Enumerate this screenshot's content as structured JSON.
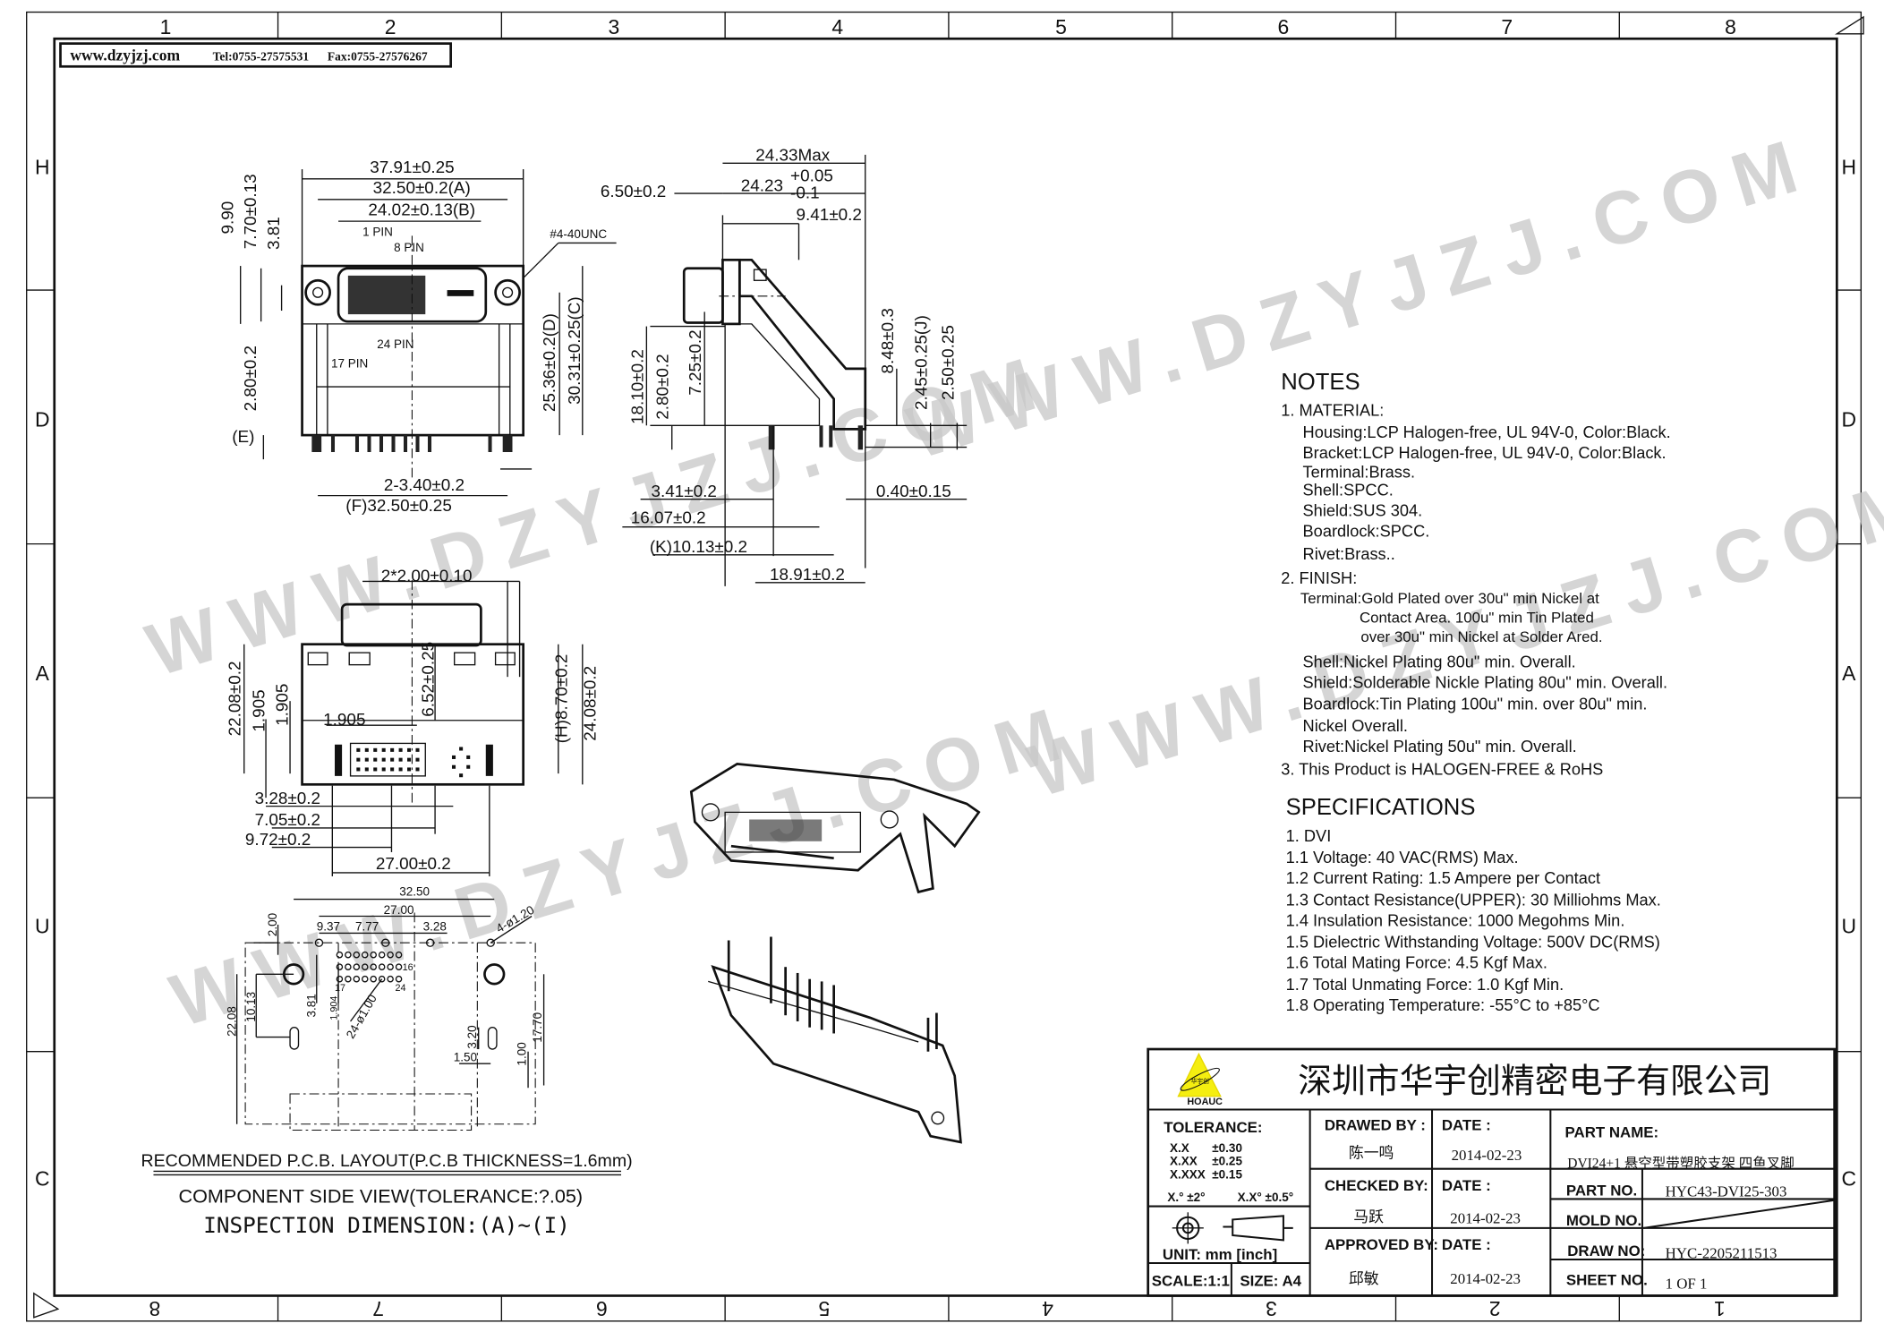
{
  "header": {
    "site": "www.dzyjzj.com",
    "tel": "Tel:0755-27575531",
    "fax": "Fax:0755-27576267"
  },
  "ruler": {
    "top": [
      "1",
      "2",
      "3",
      "4",
      "5",
      "6",
      "7",
      "8"
    ],
    "bottom": [
      "8",
      "7",
      "6",
      "5",
      "4",
      "3",
      "2",
      "1"
    ],
    "side": [
      "H",
      "D",
      "A",
      "U",
      "C"
    ]
  },
  "watermark": "WWW.DZYJZJ.COM",
  "front_view": {
    "d_37_91": "37.91±0.25",
    "d_32_50a": "32.50±0.2(A)",
    "d_24_02": "24.02±0.13(B)",
    "pin1": "1 PIN",
    "pin8": "8 PIN",
    "pin24": "24 PIN",
    "pin17": "17 PIN",
    "thread": "#4-40UNC",
    "d_9_90": "9.90",
    "d_7_70": "7.70±0.13",
    "d_3_81": "3.81",
    "d_2_80": "2.80±0.2",
    "e": "(E)",
    "d_25_36": "25.36±0.2(D)",
    "d_30_31": "30.31±0.25(C)",
    "d_2_3_40": "2-3.40±0.2",
    "d_32_50f": "(F)32.50±0.25"
  },
  "side_view": {
    "d_24_33": "24.33Max",
    "d_24_23": "24.23",
    "d_24_23_plus": "+0.05",
    "d_24_23_minus": "-0.1",
    "d_6_50": "6.50±0.2",
    "d_9_41": "9.41±0.2",
    "d_18_10": "18.10±0.2",
    "d_2_80": "2.80±0.2",
    "d_7_25": "7.25±0.2",
    "d_8_48": "8.48±0.3",
    "d_2_45": "2.45±0.25(J)",
    "d_2_50": "2.50±0.25",
    "d_3_41": "3.41±0.2",
    "d_0_40": "0.40±0.15",
    "d_16_07": "16.07±0.2",
    "d_10_13": "(K)10.13±0.2",
    "d_18_91": "18.91±0.2"
  },
  "bottom_view": {
    "d_2x2_00": "2*2.00±0.10",
    "d_22_08": "22.08±0.2",
    "d_1_905a": "1.905",
    "d_1_905b": "1.905",
    "d_1_905c": "1.905",
    "d_6_52": "6.52±0.25",
    "d_8_70": "(H)8.70±0.2",
    "d_24_08": "24.08±0.2",
    "d_3_28": "3.28±0.2",
    "d_7_05": "7.05±0.2",
    "d_9_72": "9.72±0.2",
    "d_27_00": "27.00±0.2"
  },
  "pcb_layout": {
    "d_32_50": "32.50",
    "d_27_00": "27.00",
    "d_9_37": "9.37",
    "d_7_77": "7.77",
    "d_3_28": "3.28",
    "holes_large": "4-ø1.20",
    "d_2_00": "2.00",
    "d_22_08": "22.08",
    "d_10_13": "10.13",
    "d_3_81": "3.81",
    "d_1_904": "1.904",
    "holes_small": "24-ø1.00",
    "pin17": "17",
    "pin24": "24",
    "pin16": "16",
    "d_3_20": "3.20",
    "d_1_50": "1.50",
    "d_1_00": "1.00",
    "d_17_70": "17.70"
  },
  "captions": {
    "pcb": "RECOMMENDED P.C.B. LAYOUT(P.C.B THICKNESS=1.6mm)",
    "component": "COMPONENT SIDE VIEW(TOLERANCE:?.05)",
    "inspection": "INSPECTION DIMENSION:(A)~(I)"
  },
  "notes": {
    "title": "NOTES",
    "lines": [
      "1. MATERIAL:",
      "Housing:LCP Halogen-free, UL 94V-0, Color:Black.",
      "Bracket:LCP Halogen-free, UL 94V-0, Color:Black.",
      "Terminal:Brass.",
      "Shell:SPCC.",
      "Shield:SUS 304.",
      "Boardlock:SPCC.",
      "Rivet:Brass..",
      "2. FINISH:",
      "Terminal:Gold Plated over 30u\" min Nickel at",
      "Contact Area. 100u\" min Tin Plated",
      "over 30u\" min Nickel at Solder Ared.",
      "Shell:Nickel Plating 80u\" min. Overall.",
      "Shield:Solderable Nickle Plating 80u\" min. Overall.",
      "Boardlock:Tin Plating 100u\" min. over 80u\" min.",
      "Nickel Overall.",
      "Rivet:Nickel Plating 50u\" min. Overall.",
      "3. This Product is HALOGEN-FREE & RoHS"
    ]
  },
  "specifications": {
    "title": "SPECIFICATIONS",
    "lines": [
      "1. DVI",
      "1.1 Voltage: 40 VAC(RMS) Max.",
      "1.2 Current Rating: 1.5 Ampere per Contact",
      "1.3 Contact Resistance(UPPER): 30 Milliohms Max.",
      "1.4 Insulation Resistance: 1000 Megohms Min.",
      "1.5 Dielectric Withstanding Voltage: 500V DC(RMS)",
      "1.6 Total Mating Force: 4.5 Kgf Max.",
      "1.7 Total Unmating Force: 1.0 Kgf Min.",
      "1.8 Operating Temperature: -55°C to +85°C"
    ]
  },
  "title_block": {
    "company": "深圳市华宇创精密电子有限公司",
    "logo_text": "HOAUC",
    "logo_cn": "华宇创",
    "tolerance_label": "TOLERANCE:",
    "tol_x": "X.X",
    "tol_x_val": "±0.30",
    "tol_xx": "X.XX",
    "tol_xx_val": "±0.25",
    "tol_xxx": "X.XXX",
    "tol_xxx_val": "±0.15",
    "tol_ang1": "X.° ±2°",
    "tol_ang2": "X.X° ±0.5°",
    "unit": "UNIT: mm [inch]",
    "scale": "SCALE:1:1",
    "size": "SIZE: A4",
    "drawed_by_label": "DRAWED BY :",
    "drawed_by": "陈一鸣",
    "checked_by_label": "CHECKED BY:",
    "checked_by": "马跃",
    "approved_by_label": "APPROVED BY:",
    "approved_by": "邱敏",
    "date_label": "DATE :",
    "date_drawn": "2014-02-23",
    "date_checked": "2014-02-23",
    "date_approved": "2014-02-23",
    "part_name_label": "PART NAME:",
    "part_name": "DVI24+1 悬空型带塑胶支架 四鱼叉脚",
    "part_no_label": "PART NO.",
    "part_no": "HYC43-DVI25-303",
    "mold_no_label": "MOLD NO.",
    "draw_no_label": "DRAW NO:",
    "draw_no": "HYC-2205211513",
    "sheet_no_label": "SHEET NO.",
    "sheet_no": "1 OF 1"
  }
}
